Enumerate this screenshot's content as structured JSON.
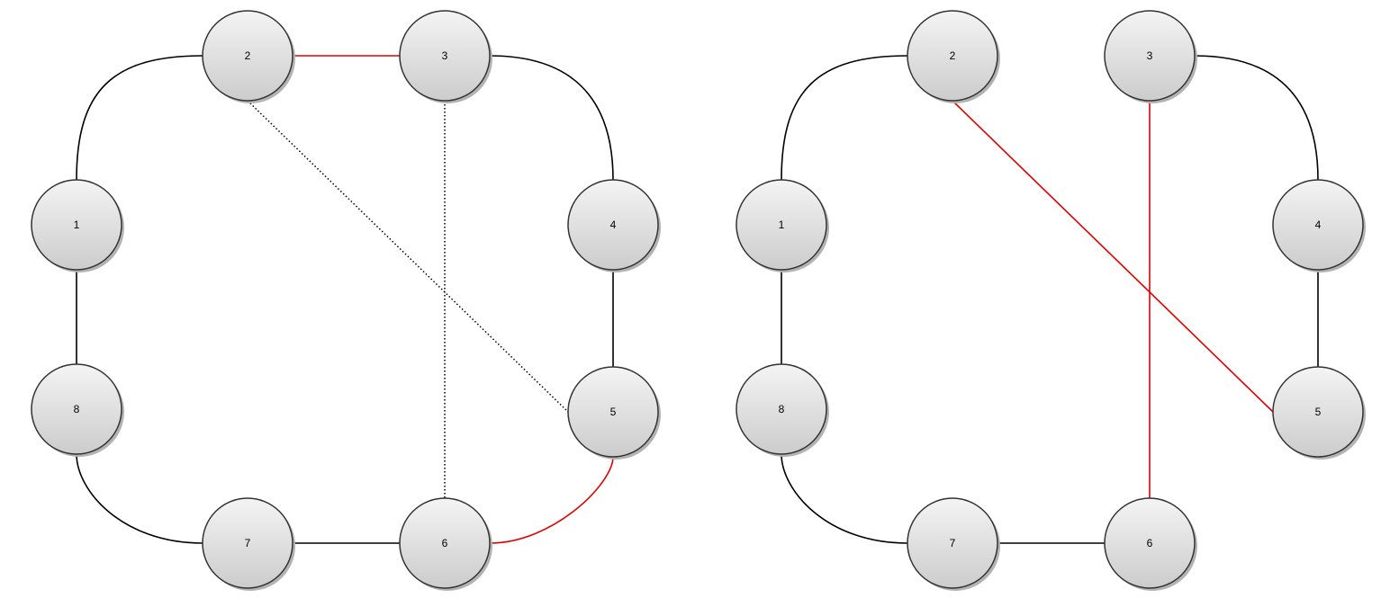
{
  "colors": {
    "edge_default": "#000000",
    "edge_highlight": "#e00000",
    "node_fill_top": "#f4f4f4",
    "node_fill_bottom": "#cccccc",
    "node_stroke": "#333333",
    "node_shadow": "#b3b3b3"
  },
  "diagrams": [
    {
      "nodes": [
        {
          "id": "n1",
          "label": "1"
        },
        {
          "id": "n2",
          "label": "2"
        },
        {
          "id": "n3",
          "label": "3"
        },
        {
          "id": "n4",
          "label": "4"
        },
        {
          "id": "n5",
          "label": "5"
        },
        {
          "id": "n6",
          "label": "6"
        },
        {
          "id": "n7",
          "label": "7"
        },
        {
          "id": "n8",
          "label": "8"
        }
      ],
      "edges": [
        {
          "from": "n1",
          "to": "n2",
          "style": "solid",
          "color": "default"
        },
        {
          "from": "n2",
          "to": "n3",
          "style": "solid",
          "color": "highlight"
        },
        {
          "from": "n3",
          "to": "n4",
          "style": "solid",
          "color": "default"
        },
        {
          "from": "n4",
          "to": "n5",
          "style": "solid",
          "color": "default"
        },
        {
          "from": "n5",
          "to": "n6",
          "style": "solid",
          "color": "highlight"
        },
        {
          "from": "n6",
          "to": "n7",
          "style": "solid",
          "color": "default"
        },
        {
          "from": "n7",
          "to": "n8",
          "style": "solid",
          "color": "default"
        },
        {
          "from": "n8",
          "to": "n1",
          "style": "solid",
          "color": "default"
        },
        {
          "from": "n2",
          "to": "n5",
          "style": "dotted",
          "color": "default"
        },
        {
          "from": "n3",
          "to": "n6",
          "style": "dotted",
          "color": "default"
        }
      ]
    },
    {
      "nodes": [
        {
          "id": "n1",
          "label": "1"
        },
        {
          "id": "n2",
          "label": "2"
        },
        {
          "id": "n3",
          "label": "3"
        },
        {
          "id": "n4",
          "label": "4"
        },
        {
          "id": "n5",
          "label": "5"
        },
        {
          "id": "n6",
          "label": "6"
        },
        {
          "id": "n7",
          "label": "7"
        },
        {
          "id": "n8",
          "label": "8"
        }
      ],
      "edges": [
        {
          "from": "n1",
          "to": "n2",
          "style": "solid",
          "color": "default"
        },
        {
          "from": "n3",
          "to": "n4",
          "style": "solid",
          "color": "default"
        },
        {
          "from": "n4",
          "to": "n5",
          "style": "solid",
          "color": "default"
        },
        {
          "from": "n6",
          "to": "n7",
          "style": "solid",
          "color": "default"
        },
        {
          "from": "n7",
          "to": "n8",
          "style": "solid",
          "color": "default"
        },
        {
          "from": "n8",
          "to": "n1",
          "style": "solid",
          "color": "default"
        },
        {
          "from": "n2",
          "to": "n5",
          "style": "solid",
          "color": "highlight"
        },
        {
          "from": "n3",
          "to": "n6",
          "style": "solid",
          "color": "highlight"
        }
      ]
    }
  ]
}
